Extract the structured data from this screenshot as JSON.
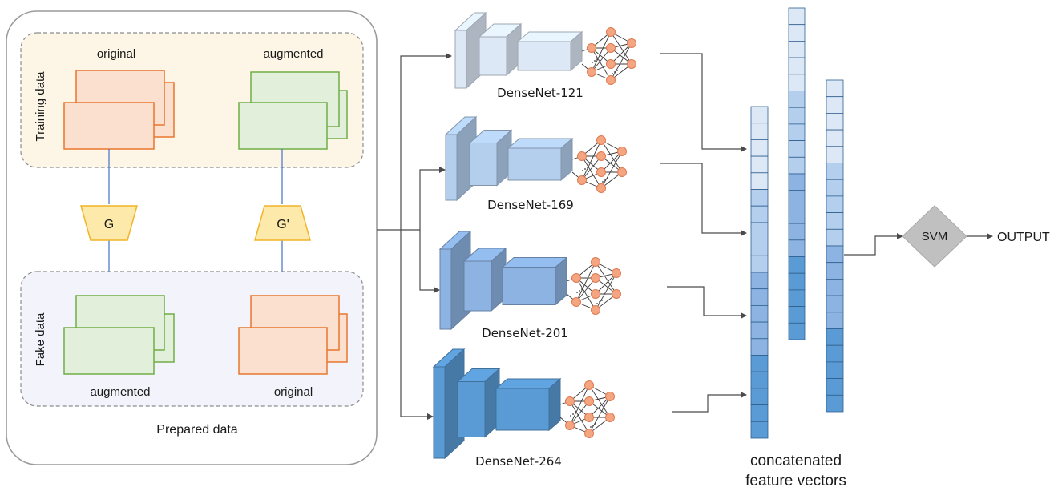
{
  "prepared_data": {
    "title": "Prepared data",
    "training": {
      "label": "Training data",
      "left_label": "original",
      "right_label": "augmented"
    },
    "generators": {
      "g": "G",
      "g_prime": "G'"
    },
    "fake": {
      "label": "Fake data",
      "left_label": "augmented",
      "right_label": "original"
    }
  },
  "networks": [
    {
      "name": "DenseNet-121",
      "color": "#dce8f6"
    },
    {
      "name": "DenseNet-169",
      "color": "#b4cfee"
    },
    {
      "name": "DenseNet-201",
      "color": "#8db3e2"
    },
    {
      "name": "DenseNet-264",
      "color": "#5b9bd5"
    }
  ],
  "features": {
    "caption_line1": "concatenated",
    "caption_line2": "feature vectors"
  },
  "classifier": {
    "label": "SVM",
    "output": "OUTPUT"
  },
  "colors": {
    "orange_stroke": "#e8772e",
    "orange_fill": "#fbe0d0",
    "green_stroke": "#70ad47",
    "green_fill": "#e2efda",
    "training_bg": "#fdf6e6",
    "fake_bg": "#f3f4fb",
    "gen_fill": "#fde9a9",
    "gen_stroke": "#f0b429",
    "svm_fill": "#c0c0c0"
  }
}
